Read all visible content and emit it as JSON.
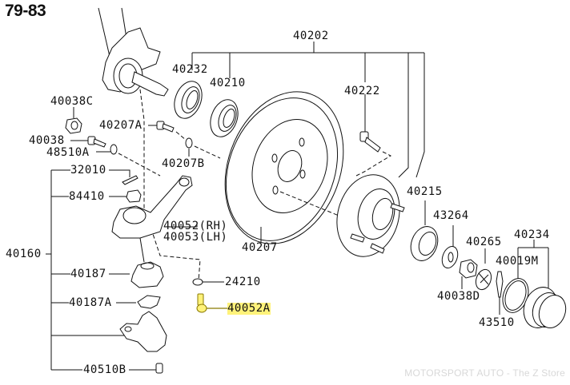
{
  "diagram": {
    "title": "79-83",
    "highlight_color": "#fff27a",
    "watermark": "MOTORSPORT AUTO - The Z Store",
    "labels": {
      "l40202": "40202",
      "l40232": "40232",
      "l40210": "40210",
      "l40222": "40222",
      "l40038C": "40038C",
      "l40207A": "40207A",
      "l40038": "40038",
      "l48510A": "48510A",
      "l40207B": "40207B",
      "l32010": "32010",
      "l84410": "84410",
      "l40052": "40052(RH)",
      "l40053": "40053(LH)",
      "l40207": "40207",
      "l40215": "40215",
      "l43264": "43264",
      "l40265": "40265",
      "l40234": "40234",
      "l40019M": "40019M",
      "l40038D": "40038D",
      "l43510": "43510",
      "l40160": "40160",
      "l40187": "40187",
      "l40187A": "40187A",
      "l40510B": "40510B",
      "l24210": "24210",
      "l40052A": "40052A"
    },
    "highlighted_part": "40052A"
  }
}
